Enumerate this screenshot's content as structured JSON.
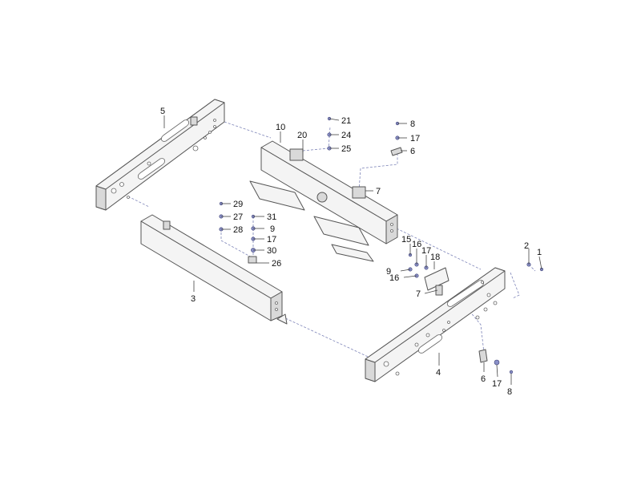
{
  "callouts": {
    "c1": "1",
    "c2": "2",
    "c3": "3",
    "c4": "4",
    "c5": "5",
    "c6a": "6",
    "c6b": "6",
    "c7a": "7",
    "c7b": "7",
    "c8a": "8",
    "c8b": "8",
    "c9a": "9",
    "c9b": "9",
    "c10": "10",
    "c15": "15",
    "c16a": "16",
    "c16b": "16",
    "c17a": "17",
    "c17b": "17",
    "c17c": "17",
    "c17d": "17",
    "c18": "18",
    "c20": "20",
    "c21": "21",
    "c24": "24",
    "c25": "25",
    "c26": "26",
    "c27": "27",
    "c28": "28",
    "c29": "29",
    "c30": "30",
    "c31": "31"
  },
  "colors": {
    "line": "#555555",
    "dash": "#7d84b8",
    "fastener": "#8a90c8"
  }
}
